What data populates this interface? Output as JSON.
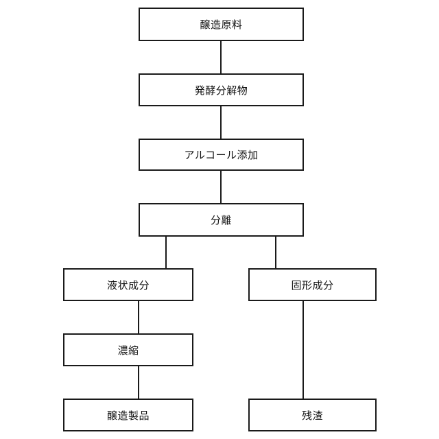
{
  "nodes": {
    "raw_material": "醸造原料",
    "fermentation": "発酵分解物",
    "alcohol": "アルコール添加",
    "separation": "分離",
    "liquid": "液状成分",
    "solid": "固形成分",
    "concentration": "濃縮",
    "product": "醸造製品",
    "residue": "残渣"
  }
}
